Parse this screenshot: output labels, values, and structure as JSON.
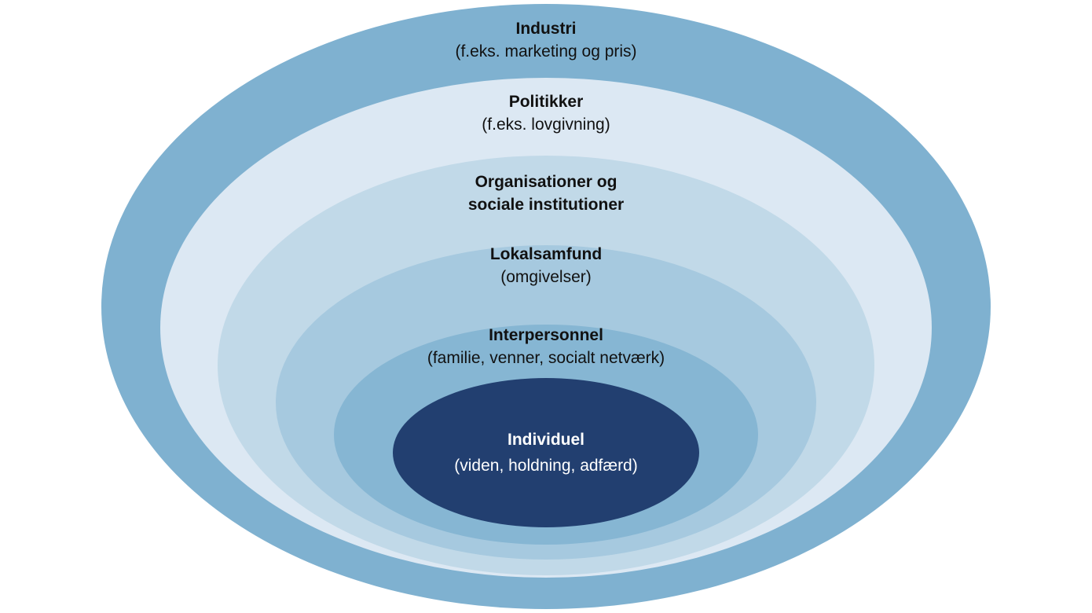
{
  "diagram": {
    "layers": [
      {
        "id": "industri",
        "title": "Industri",
        "subtitle": "(f.eks. marketing og pris)",
        "color": "#7fb1d0"
      },
      {
        "id": "politikker",
        "title": "Politikker",
        "subtitle": "(f.eks. lovgivning)",
        "color": "#dce8f3"
      },
      {
        "id": "organisationer",
        "title_lines": [
          "Organisationer og",
          "sociale institutioner"
        ],
        "color": "#c1d9e8"
      },
      {
        "id": "lokalsamfund",
        "title": "Lokalsamfund",
        "subtitle": "(omgivelser)",
        "color": "#a6c9df"
      },
      {
        "id": "interpersonnel",
        "title": "Interpersonnel",
        "subtitle": "(familie, venner, socialt netværk)",
        "color": "#86b6d3"
      },
      {
        "id": "individuel",
        "title": "Individuel",
        "subtitle": "(viden, holdning, adfærd)",
        "color": "#223f70"
      }
    ]
  }
}
